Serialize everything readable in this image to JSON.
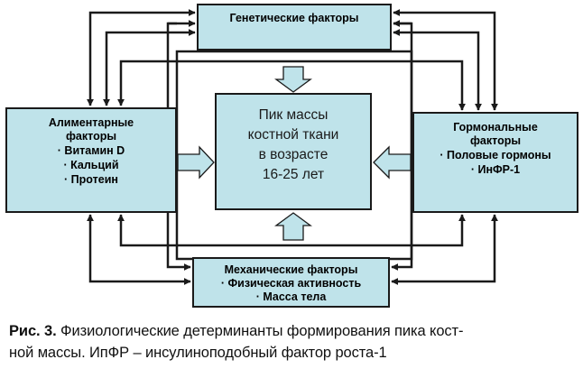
{
  "colors": {
    "box_fill": "#bfe3ea",
    "line": "#1a1a1a",
    "background": "#ffffff"
  },
  "nodes": {
    "genetic": {
      "title": "Генетические факторы",
      "items": []
    },
    "alimentary": {
      "title_line1": "Алиментарные",
      "title_line2": "факторы",
      "items": [
        "· Витамин D",
        "· Кальций",
        "· Протеин"
      ]
    },
    "hormonal": {
      "title_line1": "Гормональные",
      "title_line2": "факторы",
      "items": [
        "· Половые гормоны",
        "· ИнФР-1"
      ]
    },
    "center": {
      "lines": [
        "Пик массы",
        "костной ткани",
        "в возрасте",
        "16-25 лет"
      ]
    },
    "mechanical": {
      "title": "Механические факторы",
      "items": [
        "· Физическая активность",
        "· Масса тела"
      ]
    }
  },
  "edges": [
    {
      "from": "genetic",
      "to": "center",
      "style": "block-arrow"
    },
    {
      "from": "alimentary",
      "to": "center",
      "style": "block-arrow"
    },
    {
      "from": "hormonal",
      "to": "center",
      "style": "block-arrow"
    },
    {
      "from": "mechanical",
      "to": "center",
      "style": "block-arrow"
    },
    {
      "from": "genetic",
      "to": "alimentary",
      "style": "line-arrow"
    },
    {
      "from": "genetic",
      "to": "hormonal",
      "style": "line-arrow"
    },
    {
      "from": "alimentary",
      "to": "hormonal",
      "style": "line-arrow"
    },
    {
      "from": "alimentary",
      "to": "mechanical",
      "style": "line-arrow"
    },
    {
      "from": "hormonal",
      "to": "mechanical",
      "style": "line-arrow"
    },
    {
      "from": "genetic",
      "to": "mechanical",
      "style": "line-arrow"
    }
  ],
  "caption": {
    "label": "Рис. 3.",
    "line1_rest": " Физиологические детерминанты формирования пика кост-",
    "line2": "ной массы. ИпФР – инсулиноподобный фактор роста-1"
  }
}
